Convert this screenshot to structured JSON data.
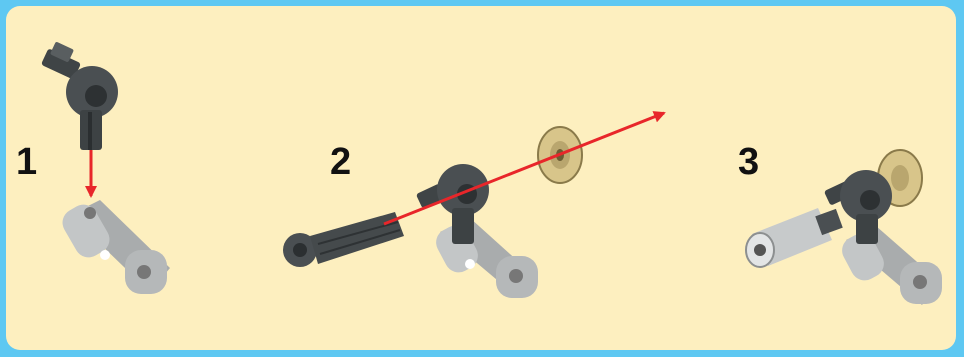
{
  "steps": [
    {
      "number": "1"
    },
    {
      "number": "2"
    },
    {
      "number": "3"
    }
  ],
  "colors": {
    "frame": "#5ec8f2",
    "background": "#fdefbf",
    "arrow": "#e8262a",
    "dark_part": "#4a4f52",
    "light_part": "#b9bcbd",
    "gear": "#d8c58a"
  },
  "icons": [
    "cross-axle-connector-icon",
    "beam-connector-icon",
    "axle-icon",
    "gear-icon",
    "arrow-icon"
  ]
}
